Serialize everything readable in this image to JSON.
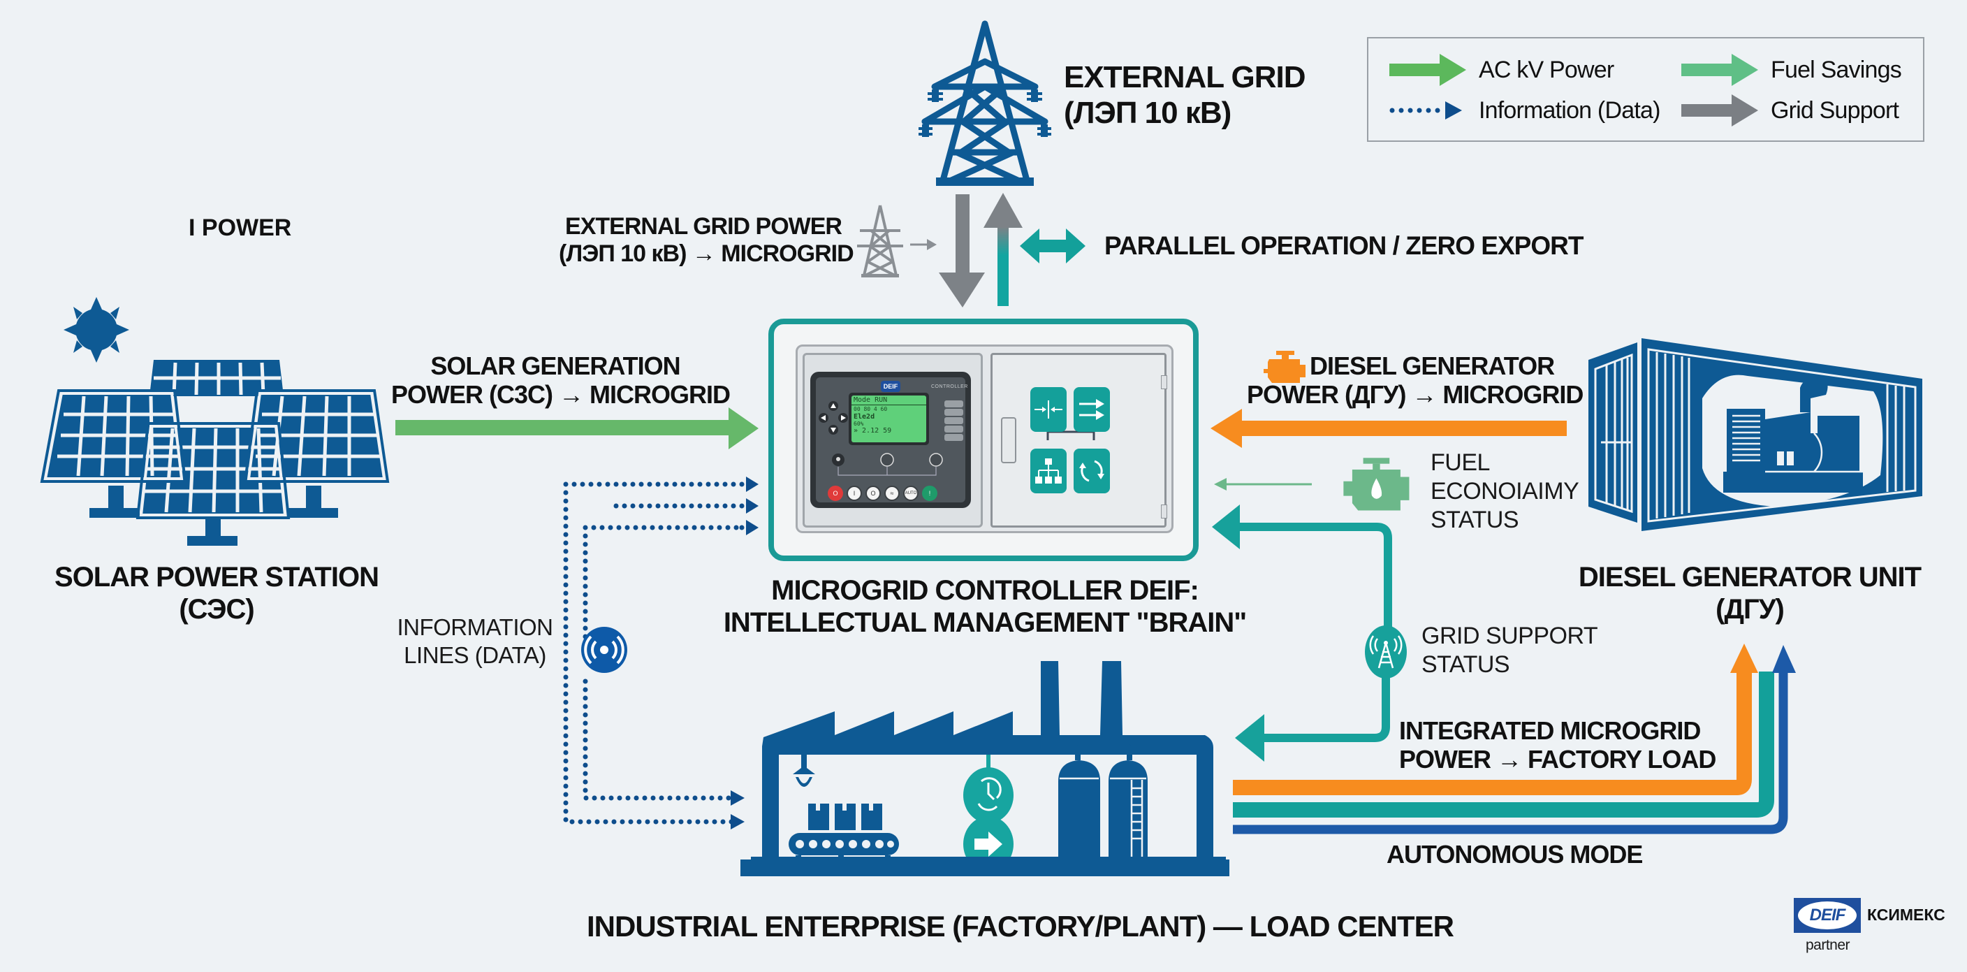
{
  "legend": {
    "items": [
      {
        "label": "AC kV Power",
        "type": "solid-arrow",
        "color": "#5cb85c"
      },
      {
        "label": "Fuel Savings",
        "type": "solid-arrow",
        "color": "#5fbf86"
      },
      {
        "label": "Information (Data)",
        "type": "dotted-arrow",
        "color": "#0e4d8c"
      },
      {
        "label": "Grid Support",
        "type": "solid-arrow",
        "color": "#7b7f84"
      }
    ]
  },
  "nodes": {
    "external_grid": {
      "title_line1": "EXTERNAL GRID",
      "title_line2": "(ЛЭП 10 кВ)",
      "icon": "transmission-tower-icon"
    },
    "solar": {
      "title_line1": "SOLAR POWER STATION",
      "title_line2": "(СЭС)",
      "icon": "solar-panels-icon"
    },
    "controller": {
      "title_line1": "MICROGRID CONTROLLER DEIF:",
      "title_line2": "INTELLECTUAL MANAGEMENT \"BRAIN\"",
      "icon": "controller-cabinet-icon"
    },
    "diesel": {
      "title_line1": "DIESEL GENERATOR UNIT",
      "title_line2": "(ДГУ)",
      "icon": "generator-container-icon"
    },
    "factory": {
      "title": "INDUSTRIAL ENTERPRISE (FACTORY/PLANT) — LOAD CENTER",
      "icon": "factory-icon"
    }
  },
  "flows": {
    "stray_label": "I  POWER",
    "external_grid_power": {
      "line1": "EXTERNAL GRID POWER",
      "line2": "(ЛЭП 10 кВ) → MICROGRID"
    },
    "parallel_operation": "PARALLEL OPERATION / ZERO EXPORT",
    "solar_generation": {
      "line1": "SOLAR GENERATION",
      "line2": "POWER (C3C) → MICROGRID"
    },
    "diesel_power": {
      "line1": "DIESEL GENERATOR",
      "line2": "POWER (ДГУ) → MICROGRID"
    },
    "fuel_status": {
      "line1": "FUEL",
      "line2": "ECONOIAIMY",
      "line3": "STATUS"
    },
    "grid_support_status": {
      "line1": "GRID SUPPORT",
      "line2": "STATUS"
    },
    "information_lines": {
      "line1": "INFORMATION",
      "line2": "LINES (DATA)"
    },
    "integrated_power": {
      "line1": "INTEGRATED MICROGRID",
      "line2": "POWER → FACTORY LOAD"
    },
    "autonomous_mode": "AUTONOMOUS MODE"
  },
  "controller_panel": {
    "brand_badge": "DEIF",
    "model_text": "CONTROLLER",
    "lcd_lines": [
      "Mode      RUN",
      "00 80    4  60",
      "     Ele2d",
      "60%",
      "» 2.12  59"
    ],
    "buttons": [
      "O",
      "I",
      "O",
      "≈",
      "AUTO",
      "!"
    ]
  },
  "branding": {
    "logo_text": "DEIF",
    "company": "КСИМЕКС",
    "subtitle": "partner"
  },
  "colors": {
    "navy": "#0e5a94",
    "teal": "#13a09a",
    "green": "#5cb85c",
    "orange": "#f78c1f",
    "grey": "#7b7f84",
    "blue": "#1d5aa8"
  }
}
